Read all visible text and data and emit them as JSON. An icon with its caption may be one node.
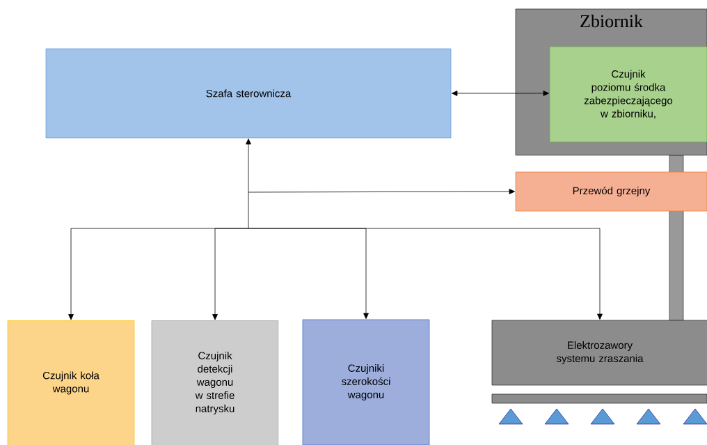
{
  "diagram": {
    "nodes": [
      {
        "text": [
          "Szafa sterownicza"
        ]
      },
      {
        "text": [
          "Zbiornik"
        ]
      },
      {
        "text": [
          "Czujnik poziomu środka zabezpieczającego w zbiorniku,"
        ],
        "in": 1
      },
      {
        "text": [
          "Przewód grzejny"
        ]
      },
      {
        "text": [
          "Czujnik koła wagonu"
        ]
      },
      {
        "text": [
          "Czujnik detekcji wagonu w strefie natrysku"
        ]
      },
      {
        "text": [
          "Czujniki szerokości wagonu"
        ]
      },
      {
        "text": [
          "Elektrozawory systemu zraszania"
        ]
      }
    ],
    "edges": [
      {
        "from": 0,
        "to": 2,
        "arrow": "both"
      },
      {
        "from": 0,
        "to": 3,
        "arrow": "both"
      },
      {
        "from": 0,
        "to": 4,
        "arrow": "both"
      },
      {
        "from": 0,
        "to": 5,
        "arrow": "both"
      },
      {
        "from": 0,
        "to": 6,
        "arrow": "both"
      },
      {
        "from": 0,
        "to": 7,
        "arrow": "both"
      }
    ]
  }
}
